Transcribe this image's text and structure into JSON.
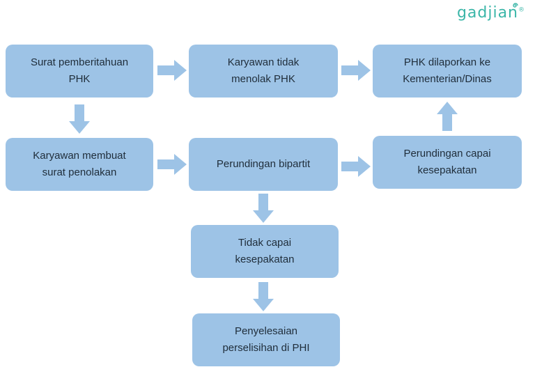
{
  "logo": {
    "text": "gadjian",
    "mark": "®"
  },
  "nodes": {
    "surat_pemberitahuan": [
      "Surat pemberitahuan",
      "PHK"
    ],
    "karyawan_tidak_menolak": [
      "Karyawan tidak",
      "menolak PHK"
    ],
    "phk_dilaporkan": [
      "PHK dilaporkan ke",
      "Kementerian/Dinas"
    ],
    "karyawan_membuat_surat": [
      "Karyawan membuat",
      "surat penolakan"
    ],
    "perundingan_bipartit": [
      "Perundingan bipartit"
    ],
    "perundingan_capai": [
      "Perundingan capai",
      "kesepakatan"
    ],
    "tidak_capai": [
      "Tidak capai",
      "kesepakatan"
    ],
    "penyelesaian_phi": [
      "Penyelesaian",
      "perselisihan di PHI"
    ]
  },
  "colors": {
    "box": "#9dc3e6",
    "arrow": "#9dc3e6",
    "text": "#1f2d3a",
    "logo": "#3bb6a8"
  }
}
